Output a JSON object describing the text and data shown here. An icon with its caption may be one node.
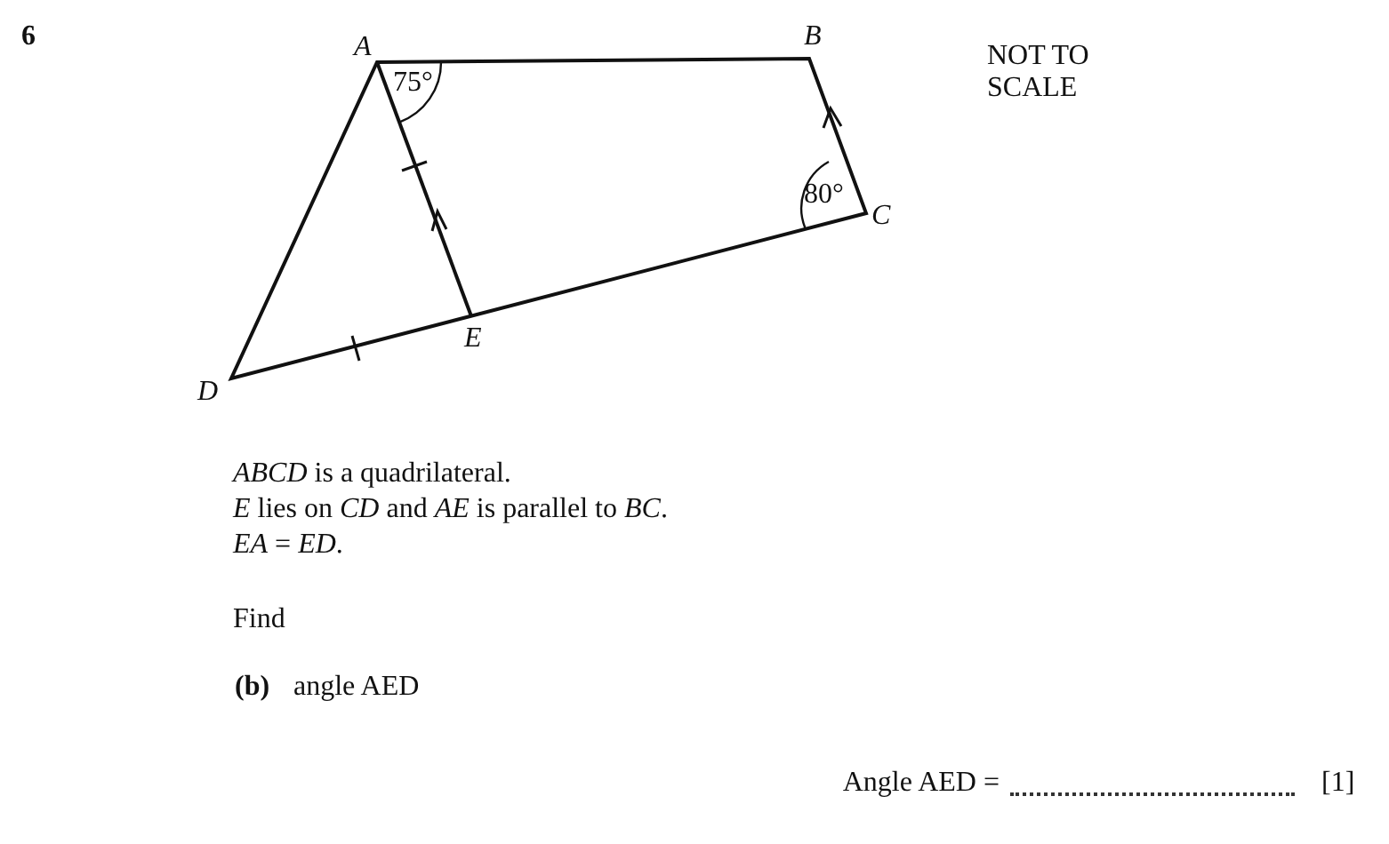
{
  "diagram": {
    "labels": [
      "6",
      "A",
      "B",
      "C",
      "D",
      "E",
      "75°",
      "80°",
      "NOT TO SCALE",
      "*ABCD* is a quadrilateral.",
      "*E* lies on *CD* and *AE* is parallel to *BC*.",
      "*EA* = *ED*.",
      "Find",
      "(b)",
      "angle AED",
      "Angle AED =",
      "[1]"
    ]
  }
}
